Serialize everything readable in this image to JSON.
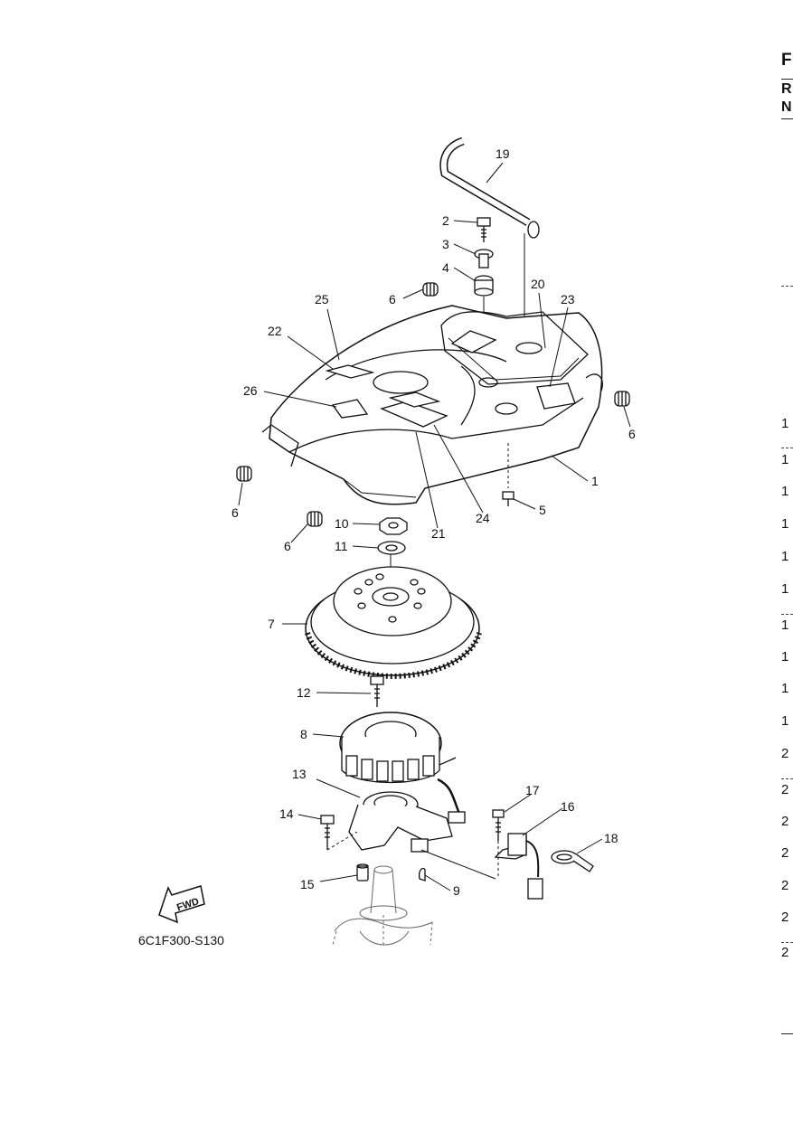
{
  "diagram": {
    "drawing_code": "6C1F300-S130",
    "fwd_label": "FWD",
    "callouts": [
      "19",
      "2",
      "3",
      "4",
      "6",
      "20",
      "23",
      "25",
      "22",
      "26",
      "6",
      "1",
      "5",
      "6",
      "6",
      "24",
      "21",
      "10",
      "11",
      "7",
      "12",
      "8",
      "13",
      "17",
      "16",
      "14",
      "18",
      "15",
      "9"
    ]
  },
  "right_edge": {
    "header": [
      "F",
      "R",
      "N"
    ],
    "rows": [
      "1",
      "1",
      "1",
      "1",
      "1",
      "1",
      "1",
      "1",
      "1",
      "1",
      "2",
      "2",
      "2",
      "2",
      "2",
      "2",
      "2"
    ]
  },
  "colors": {
    "line": "#111111",
    "panel_fill": "#ffffff"
  }
}
